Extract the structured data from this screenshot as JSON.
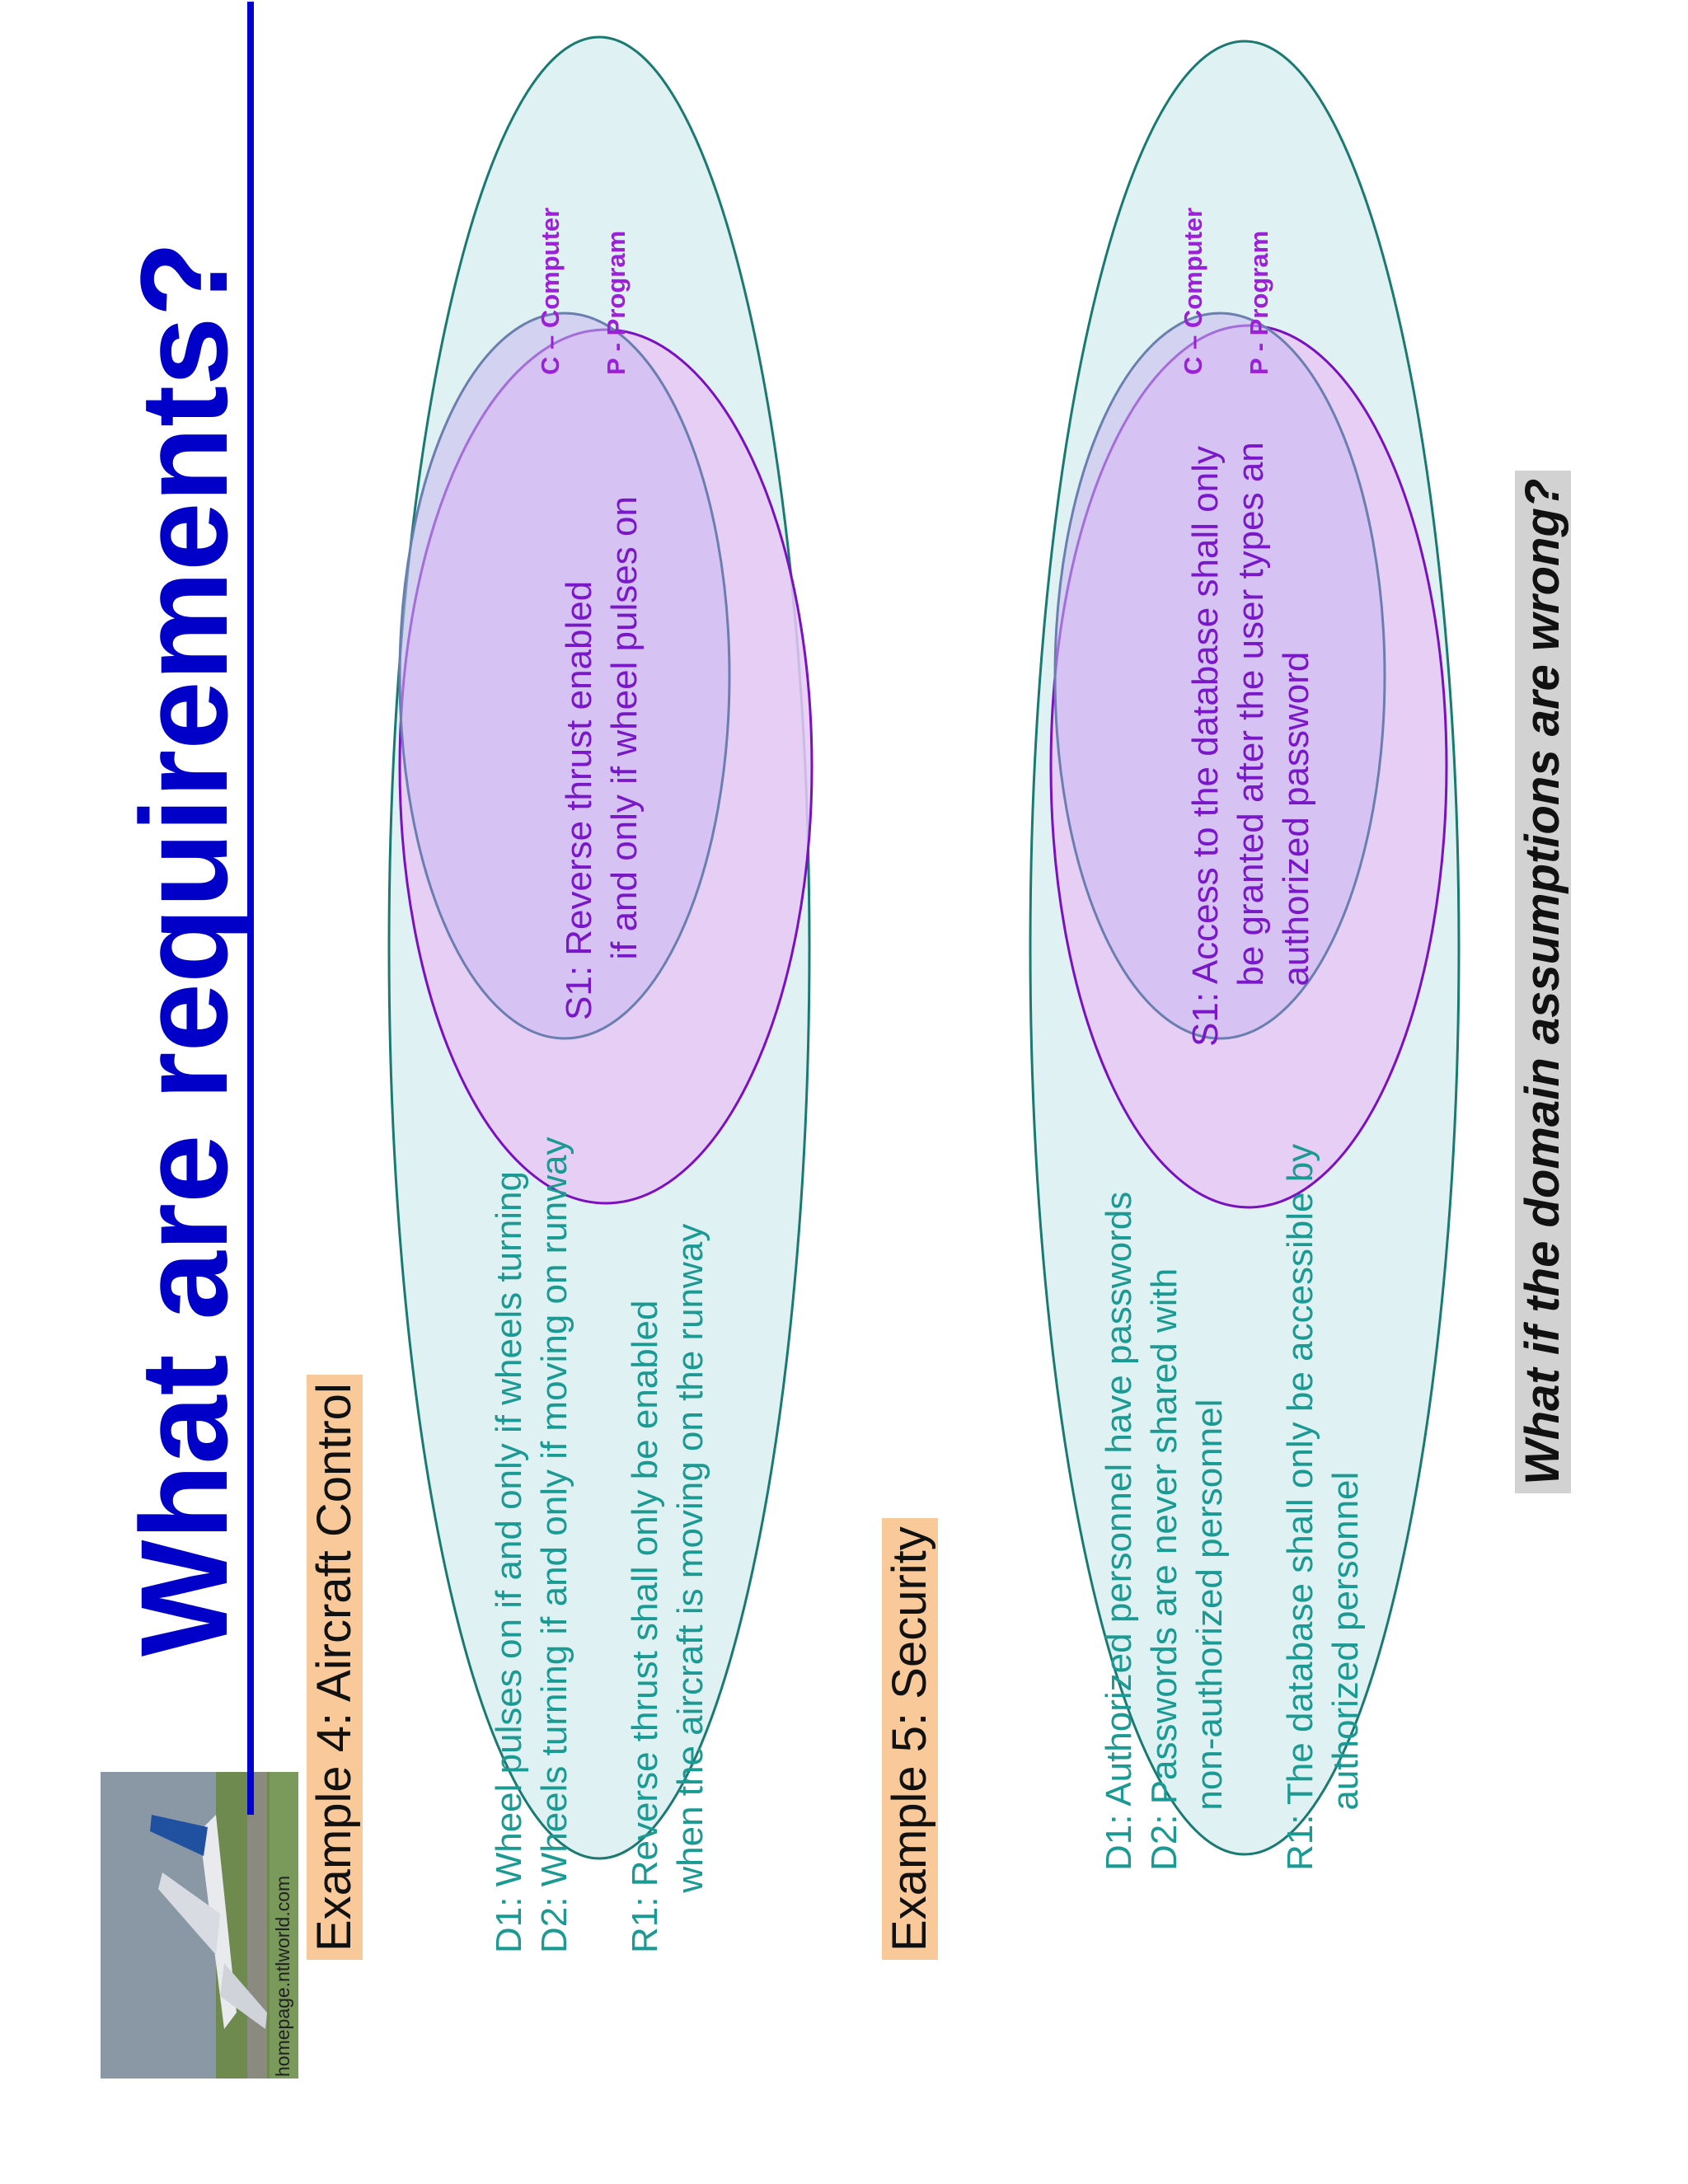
{
  "title": "What are requirements?",
  "photo_credit": "homepage.ntlworld.com",
  "examples": [
    {
      "label": "Example 4: Aircraft Control",
      "domain_lines": "D1: Wheel pulses on if and only if wheels turning\nD2: Wheels turning if and only if moving on runway",
      "requirement_lines": "R1: Reverse thrust shall only be enabled\n      when the aircraft is moving on the runway",
      "spec_lines": "S1: Reverse thrust enabled\n      if and only if wheel pulses on",
      "computer_label": "C – Computer",
      "program_label": "P - Program"
    },
    {
      "label": "Example 5: Security",
      "domain_lines": "D1: Authorized personnel have passwords\nD2: Passwords are never shared with\n      non-authorized personnel",
      "requirement_lines": "R1: The database shall only be accessible by\n      authorized personnel",
      "spec_lines": "S1: Access to the database shall only\n      be granted after the user types an\n      authorized password",
      "computer_label": "C – Computer",
      "program_label": "P - Program"
    }
  ],
  "question": "What if the domain assumptions are wrong?",
  "colors": {
    "title": "#0000c8",
    "domain_fill": "#dff1f2",
    "domain_stroke": "#1a7a72",
    "computer_fill": "#e8c8f6",
    "computer_stroke": "#7a10c0",
    "overlap_fill": "#c8b8f0",
    "label_bg": "#f9c99a",
    "question_bg": "#d2d2d2"
  }
}
